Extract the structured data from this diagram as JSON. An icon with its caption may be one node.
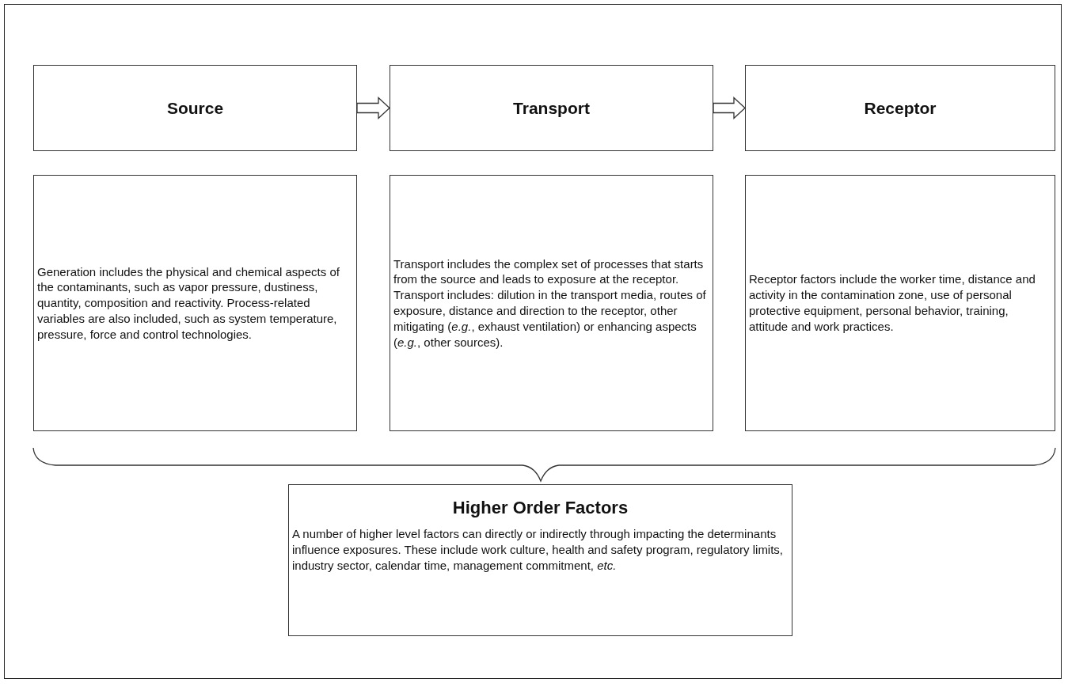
{
  "diagram": {
    "nodes": [
      {
        "text": [
          "Source"
        ]
      },
      {
        "text": [
          "Transport"
        ]
      },
      {
        "text": [
          "Receptor"
        ]
      },
      {
        "text": [
          "Generation includes the physical and chemical aspects of the contaminants, such as vapor pressure, dustiness, quantity, composition and reactivity. Process-related variables are also included, such as system temperature, pressure, force and control technologies."
        ]
      },
      {
        "text": [
          "Transport includes the complex set of processes that starts from the source and leads to exposure at the receptor. Transport includes: dilution in the transport media, routes of exposure, distance and direction to the receptor, other mitigating (*e.g.*, exhaust ventilation) or enhancing aspects (*e.g.*, other sources)."
        ]
      },
      {
        "text": [
          "Receptor factors include the worker time, distance and activity in the contamination zone, use of personal protective equipment, personal behavior, training, attitude and work practices."
        ]
      },
      {
        "text": [
          "Higher Order Factors",
          "A number of higher level factors can directly or indirectly through impacting the determinants influence exposures. These include work culture, health and safety program, regulatory limits, industry sector, calendar time, management commitment, *etc.*"
        ]
      }
    ],
    "edges": [
      {
        "from": 0,
        "to": 1,
        "arrow": "to"
      },
      {
        "from": 1,
        "to": 2,
        "arrow": "to"
      }
    ]
  }
}
